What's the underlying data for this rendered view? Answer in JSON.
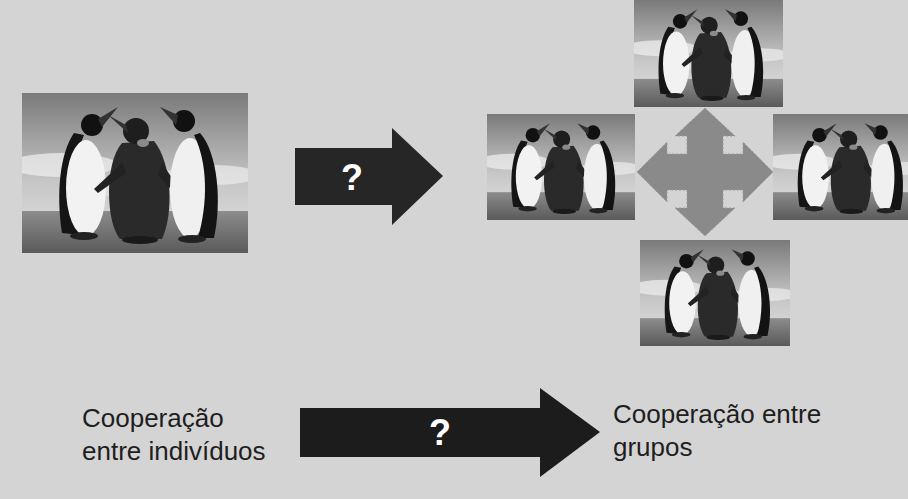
{
  "diagram": {
    "labels": [
      "?",
      "Cooperação entre indivíduos",
      "?",
      "Cooperação entre grupos"
    ]
  }
}
